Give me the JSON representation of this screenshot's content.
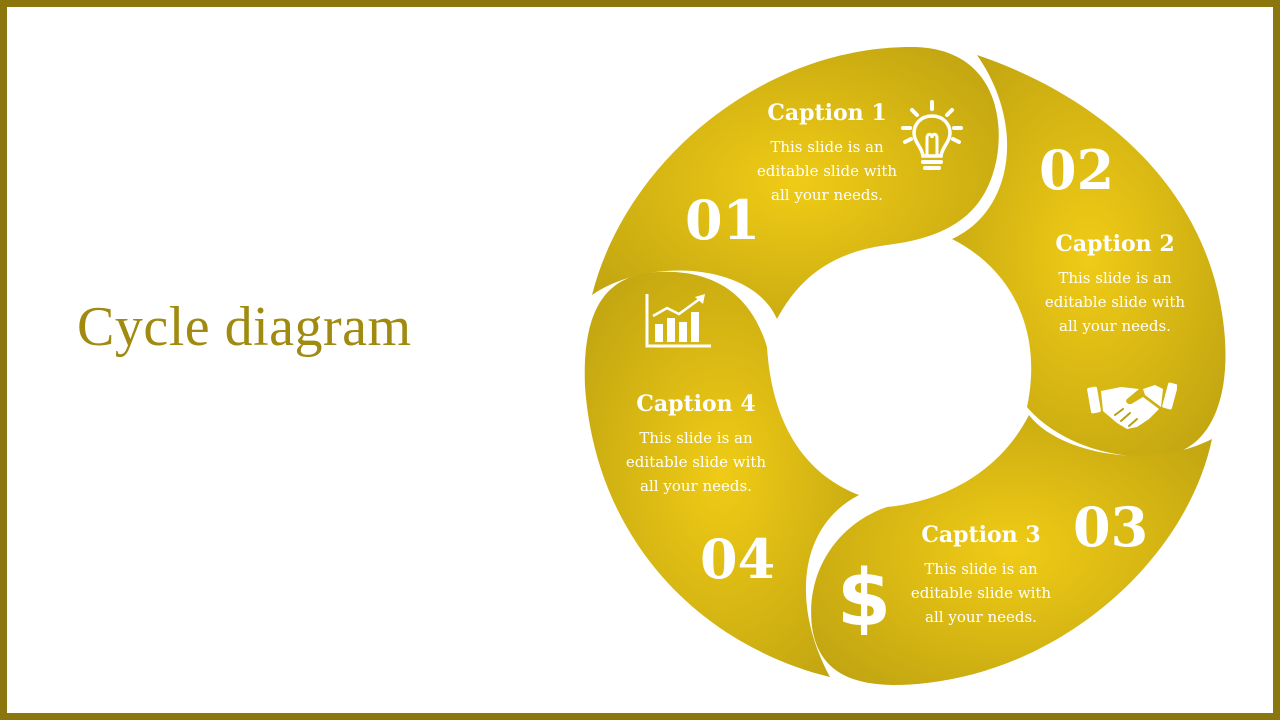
{
  "title": "Cycle diagram",
  "colors": {
    "border": "#8a760c",
    "title": "#a08a10",
    "segment_light": "#f0cb16",
    "segment_dark": "#b99e10"
  },
  "segments": [
    {
      "number": "01",
      "caption": "Caption 1",
      "text": "This slide is an editable slide with all your needs.",
      "icon": "lightbulb-icon"
    },
    {
      "number": "02",
      "caption": "Caption 2",
      "text": "This slide is an editable slide with all your needs.",
      "icon": "handshake-icon"
    },
    {
      "number": "03",
      "caption": "Caption 3",
      "text": "This slide is an editable slide with all your needs.",
      "icon": "dollar-icon"
    },
    {
      "number": "04",
      "caption": "Caption 4",
      "text": "This slide is an editable slide with all your needs.",
      "icon": "bar-chart-icon"
    }
  ]
}
